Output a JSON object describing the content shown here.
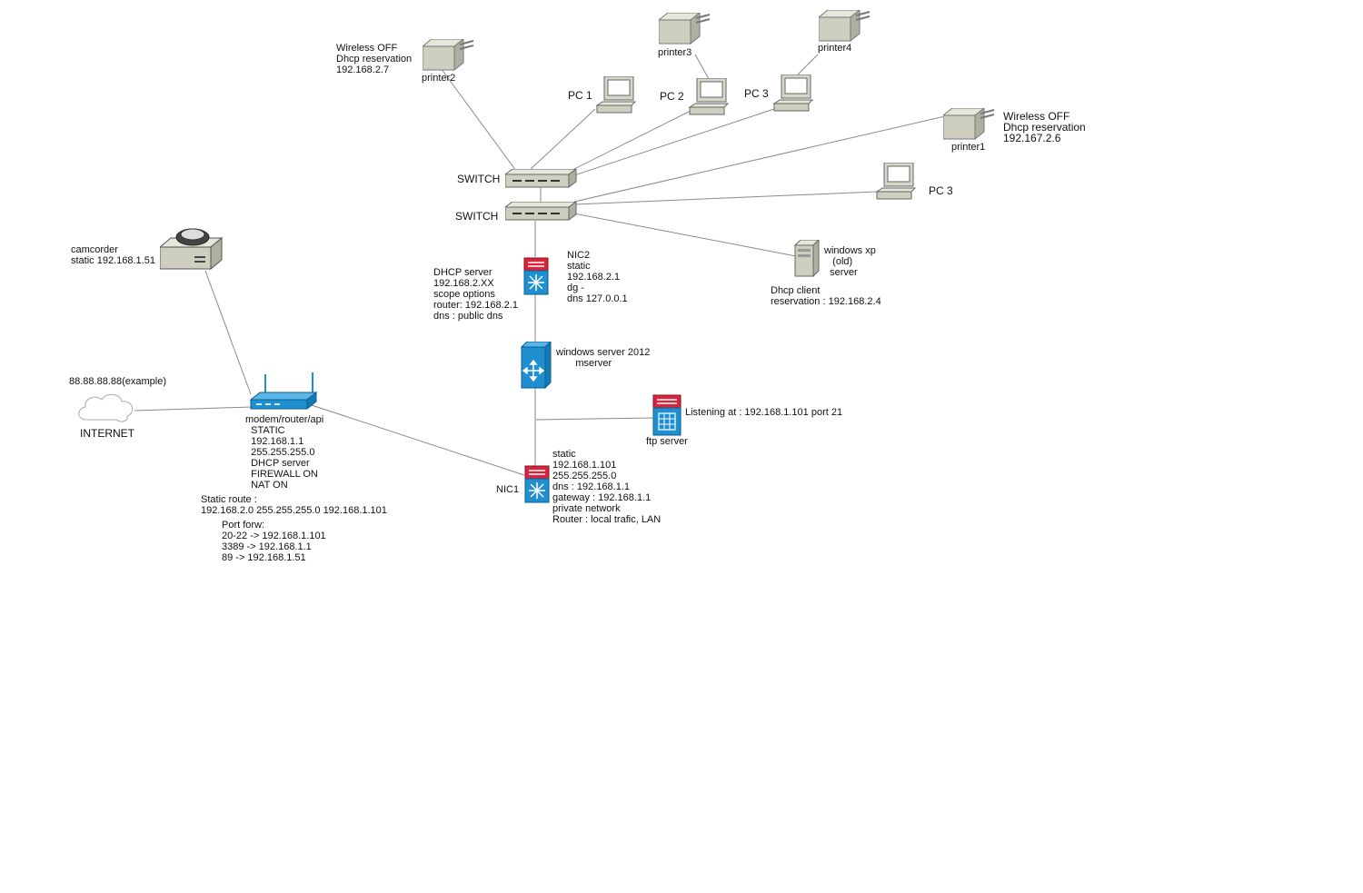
{
  "devices": {
    "printer2": {
      "label": "printer2",
      "note": "Wireless OFF\nDhcp reservation\n192.168.2.7"
    },
    "printer3": {
      "label": "printer3"
    },
    "printer4": {
      "label": "printer4"
    },
    "printer1": {
      "label": "printer1",
      "note": "Wireless OFF\nDhcp reservation\n192.167.2.6"
    },
    "pc1": {
      "label": "PC 1"
    },
    "pc2": {
      "label": "PC 2"
    },
    "pc3a": {
      "label": "PC 3"
    },
    "pc3b": {
      "label": "PC 3"
    },
    "switch1": {
      "label": "SWITCH"
    },
    "switch2": {
      "label": "SWITCH"
    },
    "xp_server": {
      "label": "windows xp\n   (old)\n  server",
      "note": "Dhcp client\nreservation : 192.168.2.4"
    },
    "nic2": {
      "label": "NIC2\nstatic\n192.168.2.1\ndg -\ndns 127.0.0.1"
    },
    "dhcp_server": {
      "note": "DHCP server\n192.168.2.XX\nscope options\nrouter: 192.168.2.1\ndns : public dns"
    },
    "win_server": {
      "label": "windows server 2012\n       mserver"
    },
    "ftp_server": {
      "label": "ftp server",
      "note": "Listening at : 192.168.1.101 port 21"
    },
    "nic1": {
      "label": "NIC1",
      "note": "static\n192.168.1.101\n255.255.255.0\ndns : 192.168.1.1\ngateway : 192.168.1.1\nprivate network\nRouter : local trafic, LAN"
    },
    "camcorder": {
      "label": "camcorder\nstatic 192.168.1.51"
    },
    "internet": {
      "label": "INTERNET",
      "note": "88.88.88.88(example)"
    },
    "router": {
      "label": "modem/router/api",
      "note": "  STATIC\n  192.168.1.1\n  255.255.255.0\n  DHCP server\n  FIREWALL ON\n  NAT ON"
    }
  },
  "static_route": "Static route :\n192.168.2.0 255.255.255.0 192.168.1.101",
  "port_forwarding": "Port forw:\n20-22 -> 192.168.1.101\n3389 -> 192.168.1.1\n89 -> 192.168.1.51",
  "colors": {
    "device_gray": "#cfcfbf",
    "cisco_blue": "#1f8fd0",
    "cisco_red": "#d8243c",
    "wire": "#8a8a8a"
  }
}
